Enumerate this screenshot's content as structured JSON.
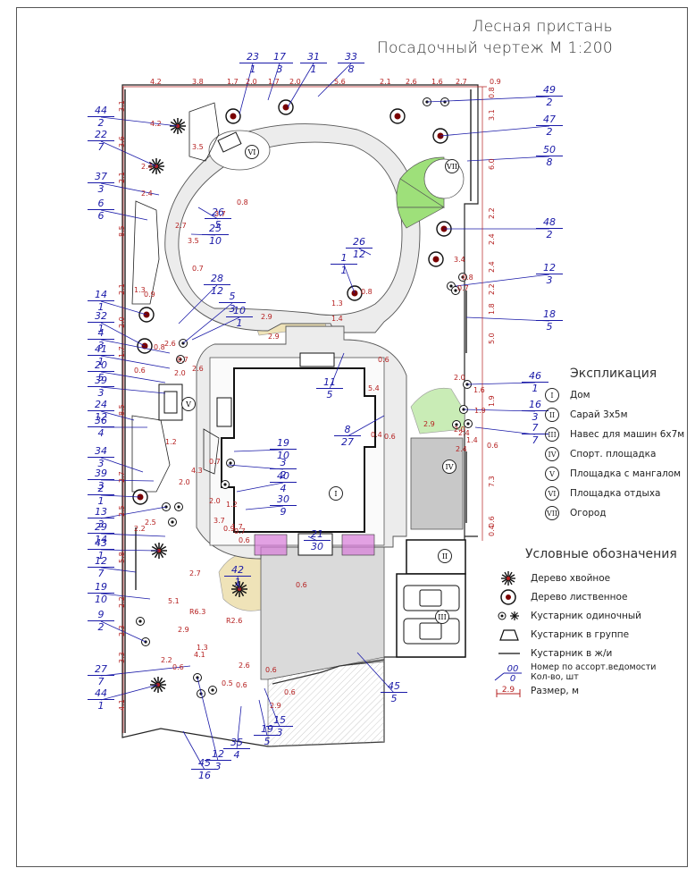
{
  "title": {
    "line1": "Лесная пристань",
    "line2": "Посадочный чертеж М 1:200"
  },
  "explication": {
    "heading": "Экспликация",
    "items": [
      {
        "num": "I",
        "label": "Дом"
      },
      {
        "num": "II",
        "label": "Сарай 3х5м"
      },
      {
        "num": "III",
        "label": "Навес для машин 6х7м"
      },
      {
        "num": "IV",
        "label": "Спорт. площадка"
      },
      {
        "num": "V",
        "label": "Площадка с мангалом"
      },
      {
        "num": "VI",
        "label": "Площадка отдыха"
      },
      {
        "num": "VII",
        "label": "Огород"
      }
    ]
  },
  "legend": {
    "heading": "Условные обозначения",
    "items": [
      {
        "symbol": "conifer-icon",
        "label": "Дерево хвойное"
      },
      {
        "symbol": "deciduous-icon",
        "label": "Дерево лиственное"
      },
      {
        "symbol": "shrub-single-icon",
        "label": "Кустарник одиночный"
      },
      {
        "symbol": "shrub-group-icon",
        "label": "Кустарник в группе"
      },
      {
        "symbol": "hedge-icon",
        "label": "Кустарник в ж/и"
      },
      {
        "symbol": "callout-icon",
        "label": "Номер по ассорт.ведомости Кол-во, шт",
        "callout_top": "00",
        "callout_bottom": "0"
      },
      {
        "symbol": "dimension-icon",
        "label": "Размер, м",
        "dim": "2.9"
      }
    ]
  },
  "zone_labels": [
    {
      "num": "I"
    },
    {
      "num": "II"
    },
    {
      "num": "III"
    },
    {
      "num": "IV"
    },
    {
      "num": "V"
    },
    {
      "num": "VI"
    },
    {
      "num": "VII"
    }
  ],
  "callouts": [
    {
      "n": "23",
      "q": "1"
    },
    {
      "n": "17",
      "q": "3"
    },
    {
      "n": "31",
      "q": "1"
    },
    {
      "n": "33",
      "q": "8"
    },
    {
      "n": "49",
      "q": "2"
    },
    {
      "n": "47",
      "q": "2"
    },
    {
      "n": "50",
      "q": "8"
    },
    {
      "n": "48",
      "q": "2"
    },
    {
      "n": "12",
      "q": "3"
    },
    {
      "n": "18",
      "q": "5"
    },
    {
      "n": "44",
      "q": "2"
    },
    {
      "n": "22",
      "q": "7"
    },
    {
      "n": "37",
      "q": "3"
    },
    {
      "n": "6",
      "q": "6"
    },
    {
      "n": "26",
      "q": "5"
    },
    {
      "n": "25",
      "q": "10"
    },
    {
      "n": "26",
      "q": "12"
    },
    {
      "n": "1",
      "q": "1"
    },
    {
      "n": "14",
      "q": "1"
    },
    {
      "n": "28",
      "q": "12"
    },
    {
      "n": "5",
      "q": "3"
    },
    {
      "n": "32",
      "q": "1"
    },
    {
      "n": "10",
      "q": "1"
    },
    {
      "n": "4",
      "q": "3"
    },
    {
      "n": "41",
      "q": "1"
    },
    {
      "n": "20",
      "q": "5"
    },
    {
      "n": "39",
      "q": "3"
    },
    {
      "n": "11",
      "q": "5"
    },
    {
      "n": "46",
      "q": "1"
    },
    {
      "n": "16",
      "q": "3"
    },
    {
      "n": "7",
      "q": "7"
    },
    {
      "n": "24",
      "q": "12"
    },
    {
      "n": "36",
      "q": "4"
    },
    {
      "n": "8",
      "q": "27"
    },
    {
      "n": "19",
      "q": "10"
    },
    {
      "n": "3",
      "q": "2"
    },
    {
      "n": "34",
      "q": "3"
    },
    {
      "n": "39",
      "q": "3"
    },
    {
      "n": "40",
      "q": "4"
    },
    {
      "n": "2",
      "q": "1"
    },
    {
      "n": "30",
      "q": "9"
    },
    {
      "n": "13",
      "q": "3"
    },
    {
      "n": "21",
      "q": "30"
    },
    {
      "n": "29",
      "q": "14"
    },
    {
      "n": "43",
      "q": "1"
    },
    {
      "n": "12",
      "q": "7"
    },
    {
      "n": "42",
      "q": "1"
    },
    {
      "n": "19",
      "q": "10"
    },
    {
      "n": "9",
      "q": "2"
    },
    {
      "n": "27",
      "q": "7"
    },
    {
      "n": "45",
      "q": "5"
    },
    {
      "n": "44",
      "q": "1"
    },
    {
      "n": "19",
      "q": "5"
    },
    {
      "n": "15",
      "q": "3"
    },
    {
      "n": "12",
      "q": "3"
    },
    {
      "n": "35",
      "q": "4"
    },
    {
      "n": "45",
      "q": "16"
    }
  ],
  "dimensions": {
    "top": [
      "4.2",
      "3.8",
      "1.7",
      "2.0",
      "1.7",
      "2.0",
      "5.6",
      "2.1",
      "2.6",
      "1.6",
      "2.7",
      "0.9"
    ],
    "left": [
      "3.1",
      "3.6",
      "2.1",
      "8.5",
      "2.1",
      "2.0",
      "1.7",
      "8.5",
      "2.7",
      "2.5",
      "5.8",
      "2.2",
      "2.3",
      "3.3",
      "4.1"
    ],
    "right": [
      "0.8",
      "3.1",
      "6.0",
      "2.2",
      "2.4",
      "2.4",
      "2.2",
      "1.8",
      "5.0",
      "1.9",
      "7.3",
      "0.6",
      "0.4"
    ],
    "misc": [
      "4.2",
      "2.4",
      "3.5",
      "2.4",
      "0.8",
      "3.7",
      "3.5",
      "2.7",
      "0.7",
      "1.3",
      "2.9",
      "2.9",
      "1.4",
      "1.3",
      "0.8",
      "2.6",
      "0.8",
      "0.6",
      "2.0",
      "0.7",
      "2.6",
      "0.6",
      "5.4",
      "0.4",
      "0.6",
      "3.4",
      "2.0",
      "4.3",
      "2.0",
      "0.7",
      "1.2",
      "2.0",
      "1.2",
      "3.7",
      "0.9",
      "0.7",
      "0.6",
      "1.6",
      "1.9",
      "2.9",
      "2.0",
      "1.4",
      "0.6",
      "R6.3",
      "R2.6",
      "5.1",
      "2.9",
      "2.2",
      "0.6",
      "4.1",
      "2.6",
      "0.6",
      "0.6",
      "0.6",
      "2.9",
      "0.6",
      "0.5",
      "1.3",
      "2.7",
      "2.4",
      "2.4",
      "0.7",
      "0.8",
      "1.7",
      "0.9",
      "2.2",
      "2.5"
    ]
  },
  "colors": {
    "ink": "#222222",
    "dimension": "#b52020",
    "callout": "#1a1aa8",
    "lawn_tan": "#efe3b8",
    "paving": "#dadada",
    "sport": "#c8c8c8",
    "garden_green": "#9ee07a",
    "flowerbed_magenta": "#d77ad9",
    "lawn_green": "#c9ecb6"
  }
}
